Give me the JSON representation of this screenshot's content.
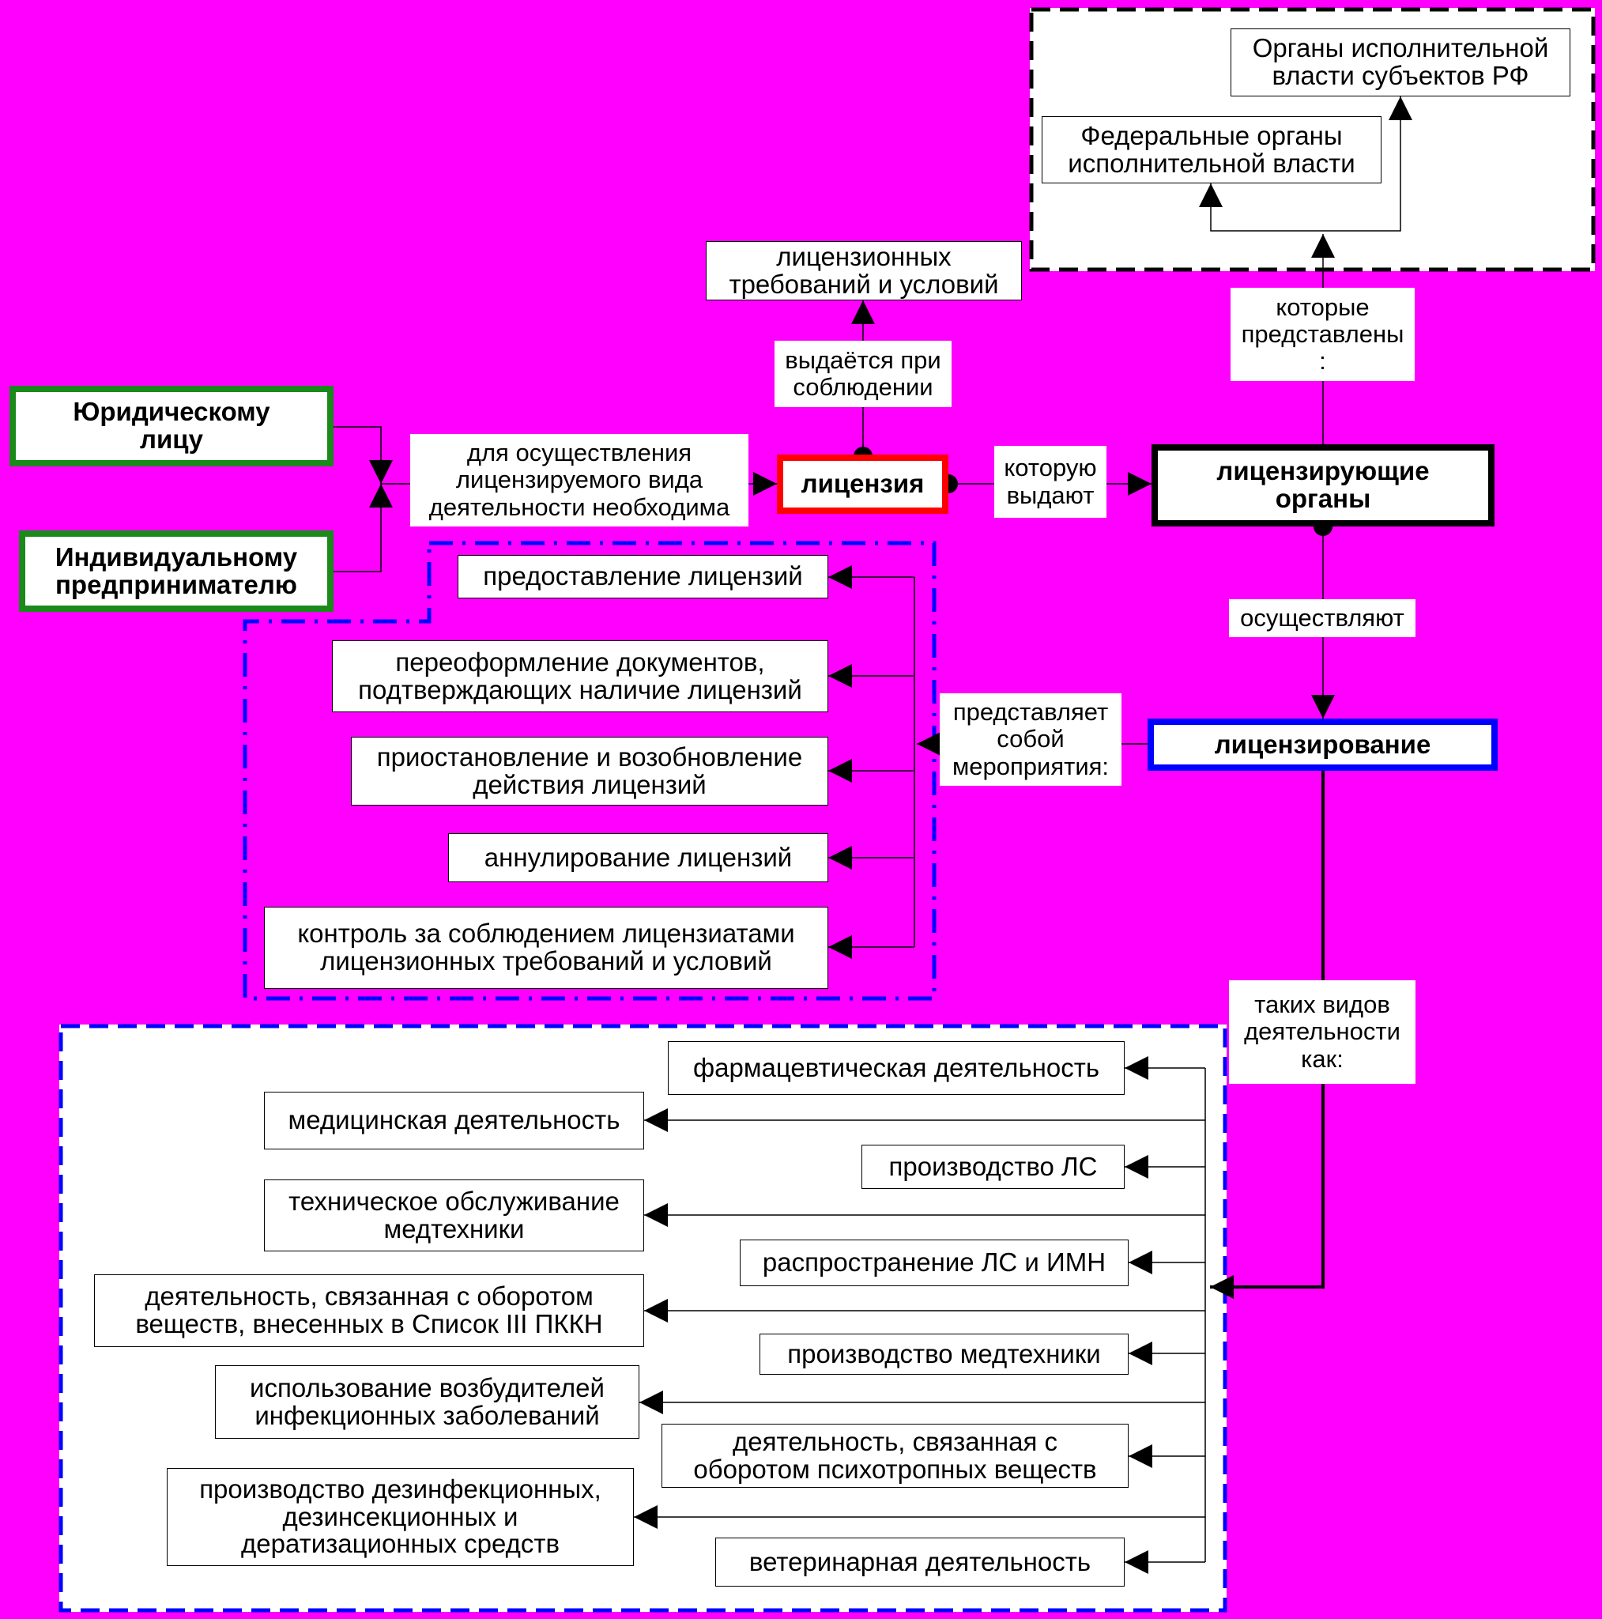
{
  "entities": {
    "legal_entity": "Юридическому\nлицу",
    "entrepreneur": "Индивидуальному\nпредпринимателю"
  },
  "license": "лицензия",
  "licensing_bodies": "лицензирующие\nорганы",
  "licensing": "лицензирование",
  "requirements": "лицензионных\nтребований и условий",
  "authorities": {
    "regional": "Органы исполнительной\nвласти субъектов РФ",
    "federal": "Федеральные органы\nисполнительной власти"
  },
  "connectors": {
    "for_activity": "для осуществления\nлицензируемого вида\nдеятельности необходима",
    "issued_when": "выдаётся при\nсоблюдении",
    "which_issue": "которую\nвыдают",
    "represented_by": "которые\nпредставлены\n:",
    "carry_out": "осуществляют",
    "consists_of": "представляет\nсобой\nмероприятия:",
    "activity_types": "таких видов\nдеятельности\nкак:"
  },
  "measures": [
    "предоставление лицензий",
    "переоформление документов,\nподтверждающих наличие лицензий",
    "приостановление и возобновление\nдействия лицензий",
    "аннулирование лицензий",
    "контроль за соблюдением лицензиатами\nлицензионных требований и условий"
  ],
  "activities": [
    "фармацевтическая деятельность",
    "медицинская деятельность",
    "производство ЛС",
    "техническое обслуживание\nмедтехники",
    "распространение ЛС и ИМН",
    "деятельность, связанная с оборотом\nвеществ, внесенных в Список III ПККН",
    "производство медтехники",
    "использование возбудителей\nинфекционных заболеваний",
    "деятельность, связанная с\nоборотом психотропных веществ",
    "производство дезинфекционных,\nдезинсекционных и\nдератизационных средств",
    "ветеринарная деятельность"
  ],
  "colors": {
    "background": "#ff00ff",
    "entity_border": "#1a8a1a",
    "license_border": "#ff0000",
    "licensing_border": "#0000ff",
    "group_border": "#0000ff"
  }
}
